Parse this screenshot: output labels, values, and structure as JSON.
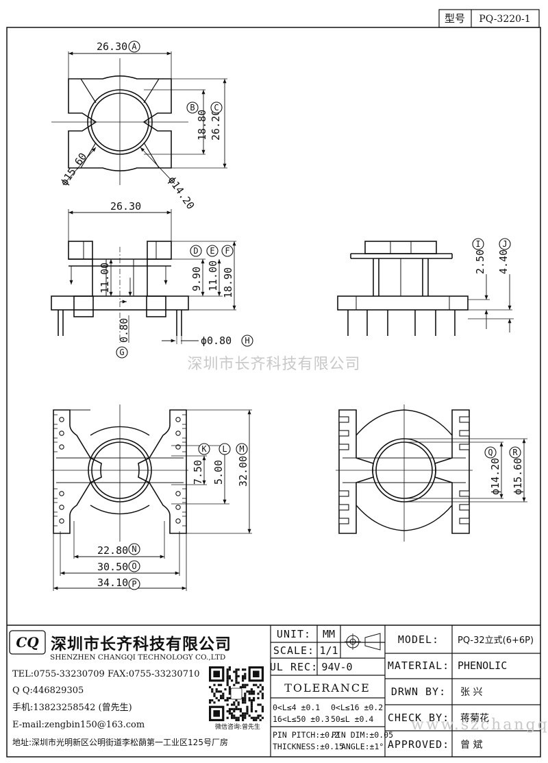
{
  "header": {
    "type_label": "型号",
    "part_no": "PQ-3220-1"
  },
  "dimensions": {
    "A": "26.30",
    "B": "18.80",
    "C": "26.20",
    "phi_outer": "ϕ15.60",
    "phi_inner": "ϕ14.20",
    "side_width": "26.30",
    "D": "9.90",
    "E": "11.00",
    "F": "18.90",
    "left_height": "11.00",
    "G": "0.80",
    "H": "ϕ0.80",
    "I": "2.50",
    "J": "4.40",
    "K": "7.50",
    "L": "5.00",
    "M": "32.00",
    "N": "22.80",
    "O": "30.50",
    "P": "34.10",
    "Q": "ϕ14.20",
    "R": "ϕ15.60"
  },
  "markers": [
    "A",
    "B",
    "C",
    "D",
    "E",
    "F",
    "G",
    "H",
    "I",
    "J",
    "K",
    "L",
    "M",
    "N",
    "O",
    "P",
    "Q",
    "R"
  ],
  "watermark": "深圳市长齐科技有限公司",
  "company": {
    "logo_text": "CQ",
    "name_cn": "深圳市长齐科技有限公司",
    "name_en": "SHENZHEN CHANGQI TECHNOLOGY CO.,LTD",
    "tel": "TEL:0755-33230709  FAX:0755-33230710",
    "qq": "Q Q:446829305",
    "mobile": "手机:13823258542 (曾先生)",
    "email": "E-mail:zengbin150@163.com",
    "address": "地址:深圳市光明新区公明街道李松蓢第一工业区125号厂房",
    "qr_caption": "微信咨询:曾先生"
  },
  "titleblock": {
    "unit_label": "UNIT:",
    "unit_value": "MM",
    "scale_label": "SCALE:",
    "scale_value": "1/1",
    "ulrec_label": "UL REC:",
    "ulrec_value": "94V-0",
    "tolerance_label": "TOLERANCE",
    "tol_1": "0<L≤4   ±0.1",
    "tol_2": "0<L≤16  ±0.2",
    "tol_3": "16<L≤50 ±0.3",
    "tol_4": "50≤L    ±0.4",
    "tol_5": "PIN PITCH:±0.2",
    "tol_6": "PIN  DIM:±0.05",
    "tol_7": "THICKNESS:±0.15",
    "tol_8": "ANGLE:±1°",
    "model_label": "MODEL:",
    "model_value": "PQ-32立式(6+6P)",
    "material_label": "MATERIAL:",
    "material_value": "PHENOLIC",
    "drawn_label": "DRWN BY:",
    "drawn_value": "张  兴",
    "check_label": "CHECK BY:",
    "check_value": "蒋菊花",
    "approved_label": "APPROVED:",
    "approved_value": "曾  斌",
    "website": "www.szchangqi.cn"
  }
}
